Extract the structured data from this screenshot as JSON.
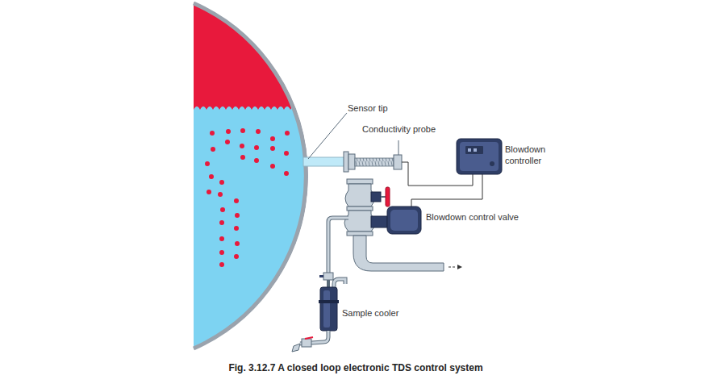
{
  "diagram": {
    "caption": "Fig. 3.12.7 A closed loop electronic TDS control system",
    "labels": [
      "Sensor tip",
      "Conductivity probe",
      "Blowdown controller",
      "Blowdown control valve",
      "Sample cooler"
    ]
  }
}
